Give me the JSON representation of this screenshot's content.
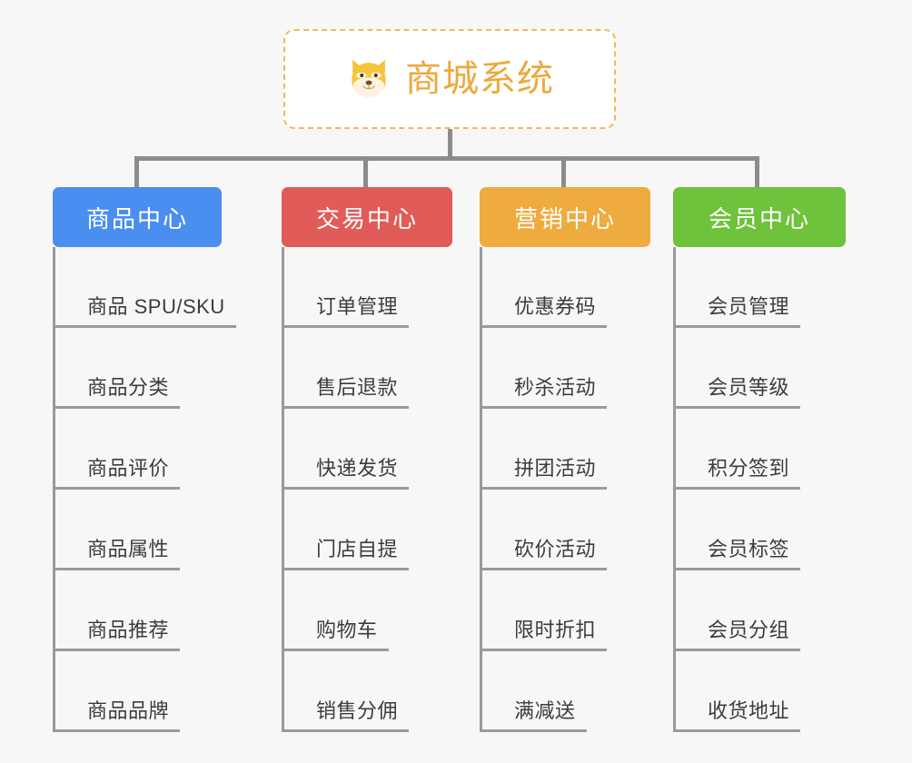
{
  "root": {
    "title": "商城系统",
    "icon": "shiba-dog-face-icon",
    "border_color": "#f0b95a",
    "title_color": "#eca93b",
    "background": "#ffffff"
  },
  "canvas": {
    "background": "#f7f7f7",
    "connector_color": "#8c8c8c",
    "leaf_line_color": "#9a9a9a"
  },
  "branches": [
    {
      "label": "商品中心",
      "color": "#4a8ef0",
      "children": [
        "商品 SPU/SKU",
        "商品分类",
        "商品评价",
        "商品属性",
        "商品推荐",
        "商品品牌"
      ]
    },
    {
      "label": "交易中心",
      "color": "#e15b58",
      "children": [
        "订单管理",
        "售后退款",
        "快递发货",
        "门店自提",
        "购物车",
        "销售分佣"
      ]
    },
    {
      "label": "营销中心",
      "color": "#eeab3e",
      "children": [
        "优惠券码",
        "秒杀活动",
        "拼团活动",
        "砍价活动",
        "限时折扣",
        "满减送"
      ]
    },
    {
      "label": "会员中心",
      "color": "#6fc23c",
      "children": [
        "会员管理",
        "会员等级",
        "积分签到",
        "会员标签",
        "会员分组",
        "收货地址"
      ]
    }
  ]
}
